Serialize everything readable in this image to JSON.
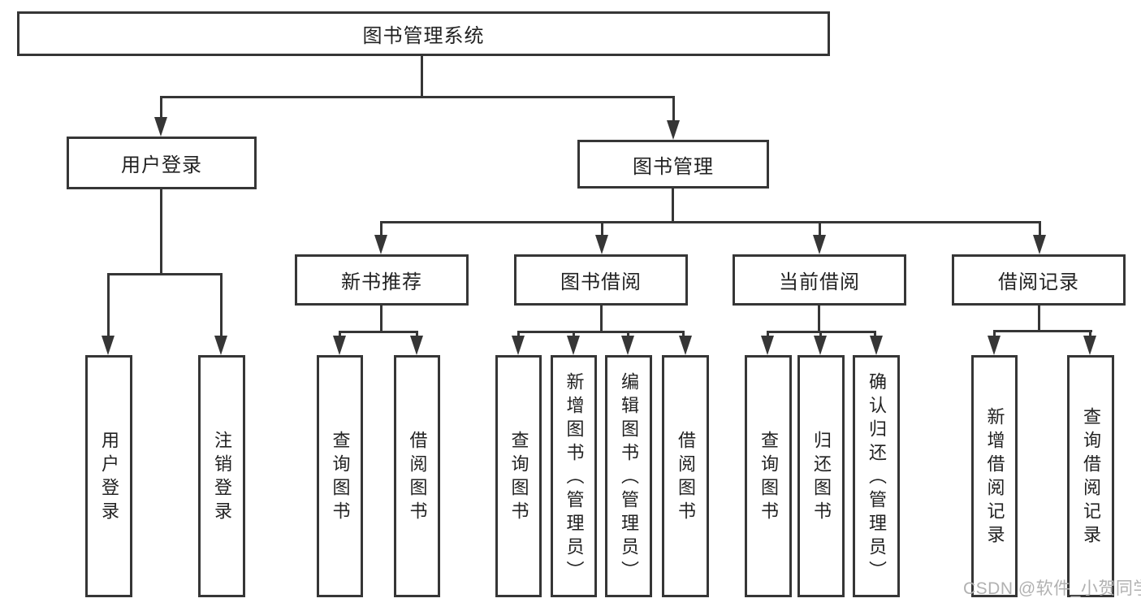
{
  "diagram": {
    "title": "图书管理系统",
    "branches": [
      {
        "label": "用户登录",
        "children": [
          {
            "label": "用户登录"
          },
          {
            "label": "注销登录"
          }
        ]
      },
      {
        "label": "图书管理",
        "children": [
          {
            "label": "新书推荐",
            "children": [
              {
                "label": "查询图书"
              },
              {
                "label": "借阅图书"
              }
            ]
          },
          {
            "label": "图书借阅",
            "children": [
              {
                "label": "查询图书"
              },
              {
                "label": "新增图书（管理员）"
              },
              {
                "label": "编辑图书（管理员）"
              },
              {
                "label": "借阅图书"
              }
            ]
          },
          {
            "label": "当前借阅",
            "children": [
              {
                "label": "查询图书"
              },
              {
                "label": "归还图书"
              },
              {
                "label": "确认归还（管理员）"
              }
            ]
          },
          {
            "label": "借阅记录",
            "children": [
              {
                "label": "新增借阅记录"
              },
              {
                "label": "查询借阅记录"
              }
            ]
          }
        ]
      }
    ]
  },
  "watermark": {
    "text": "CSDN @软件_小贺同学"
  },
  "colors": {
    "line": "#363636",
    "text": "#222222",
    "watermark": "#b1b1b1",
    "background": "#ffffff"
  }
}
